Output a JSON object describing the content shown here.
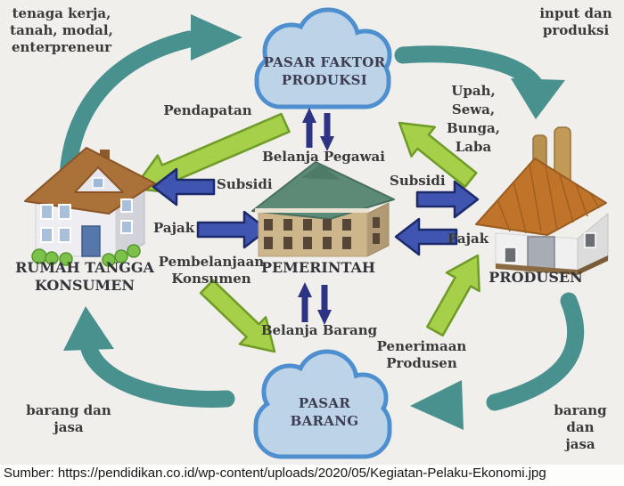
{
  "title": "Kegiatan Pelaku Ekonomi (circular flow diagram)",
  "corner_labels": {
    "top_left": "tenaga kerja,\ntanah, modal,\nenterpreneur",
    "top_right": "input dan\nproduksi",
    "bottom_left": "barang dan\njasa",
    "bottom_right": "barang dan\njasa"
  },
  "clouds": {
    "factor_market": "PASAR FAKTOR\nPRODUKSI",
    "goods_market": "PASAR\nBARANG"
  },
  "actors": {
    "household": "RUMAH TANGGA\nKONSUMEN",
    "government": "PEMERINTAH",
    "producer": "PRODUSEN"
  },
  "flow_labels": {
    "pendapatan": "Pendapatan",
    "belanja_pegawai": "Belanja Pegawai",
    "subsidi_left": "Subsidi",
    "pajak_left": "Pajak",
    "pembelanjaan_konsumen": "Pembelanjaan\nKonsumen",
    "upah_sewa_bunga_laba": "Upah,\nSewa,\nBunga,\nLaba",
    "subsidi_right": "Subsidi",
    "pajak_right": "Pajak",
    "penerimaan_produsen": "Penerimaan\nProdusen",
    "belanja_barang": "Belanja Barang"
  },
  "caption": "Sumber: https://pendidikan.co.id/wp-content/uploads/2020/05/Kegiatan-Pelaku-Ekonomi.jpg",
  "colors": {
    "background": "#f1efec",
    "teal_arrow": "#48918e",
    "green_arrow": "#a6cf4a",
    "green_arrow_border": "#6f9b27",
    "blue_arrow": "#3f55b0",
    "blue_arrow_border": "#1c2a6b",
    "navy_small_arrow": "#2d3484",
    "cloud_fill": "#bdd3e8",
    "cloud_border": "#4e8fd0",
    "label_text": "#3a3a3a"
  }
}
